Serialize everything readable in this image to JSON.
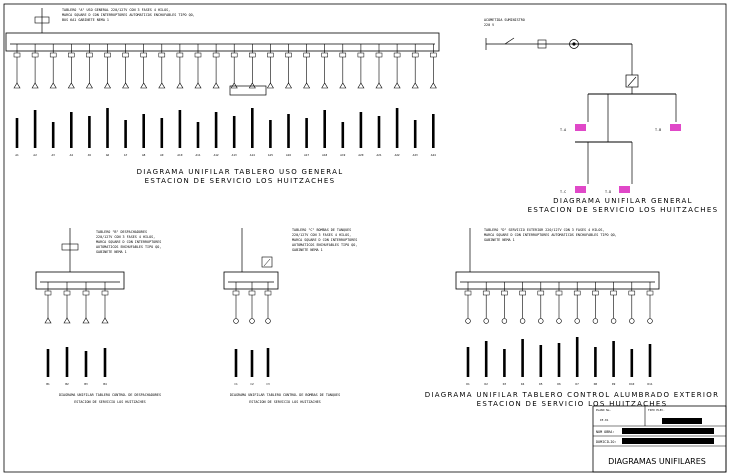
{
  "colors": {
    "ink": "#000000",
    "accent": "#e048c8",
    "paper": "#ffffff"
  },
  "tablero_general": {
    "title_line1": "DIAGRAMA UNIFILAR TABLERO USO GENERAL",
    "title_line2": "ESTACION DE SERVICIO LOS HUITZACHES",
    "note_lines": [
      "TABLERO \"A\" USO GENERAL 220/127V CON 3 FASES 4 HILOS,",
      "MARCA SQUARE D CON INTERRUPTORES AUTOMATICOS ENCHUFABLES TIPO QO,",
      "BUS 6A1 GABINETE NEMA 1"
    ],
    "circuit_labels": [
      "A1",
      "A2",
      "A3",
      "A4",
      "A5",
      "A6",
      "A7",
      "A8",
      "A9",
      "A10",
      "A11",
      "A12",
      "A13",
      "A14",
      "A15",
      "A16",
      "A17",
      "A18",
      "A19",
      "A20",
      "A21",
      "A22",
      "A23",
      "A24"
    ]
  },
  "unifilar_general": {
    "title_line1": "DIAGRAMA UNIFILAR GENERAL",
    "title_line2": "ESTACION DE SERVICIO LOS HUITZACHES",
    "supply_label": "ACOMETIDA SUMINISTRO",
    "supply_volts": "220 V",
    "tableros": [
      "T.A",
      "T.B",
      "T.C",
      "T.D"
    ]
  },
  "despachadores": {
    "title_line1": "DIAGRAMA UNIFILAR TABLERO CONTROL DE DESPACHADORES",
    "title_line2": "ESTACION DE SERVICIO LOS HUITZACHES",
    "note_lines": [
      "TABLERO \"B\" DESPACHADORES",
      "220/127V CON 3 FASES 4 HILOS,",
      "MARCA SQUARE D CON INTERRUPTORES",
      "AUTOMATICOS ENCHUFABLES TIPO QO,",
      "GABINETE NEMA 1"
    ],
    "circuit_labels": [
      "B1",
      "B2",
      "B3",
      "B4"
    ]
  },
  "bombas": {
    "title_line1": "DIAGRAMA UNIFILAR TABLERO CONTROL DE BOMBAS DE TANQUES",
    "title_line2": "ESTACION DE SERVICIO LOS HUITZACHES",
    "note_lines": [
      "TABLERO \"C\" BOMBAS DE TANQUES",
      "220/127V CON 3 FASES 4 HILOS,",
      "MARCA SQUARE D CON INTERRUPTORES",
      "AUTOMATICOS ENCHUFABLES TIPO QO,",
      "GABINETE NEMA 1"
    ],
    "circuit_labels": [
      "C1",
      "C2",
      "C3"
    ]
  },
  "alumbrado": {
    "title_line1": "DIAGRAMA UNIFILAR TABLERO CONTROL ALUMBRADO EXTERIOR",
    "title_line2": "ESTACION DE SERVICIO LOS HUITZACHES",
    "note_lines": [
      "TABLERO \"D\" SERVICIO EXTERIOR 220/127V CON 3 FASES 4 HILOS,",
      "MARCA SQUARE D CON INTERRUPTORES AUTOMATICOS ENCHUFABLES TIPO QO,",
      "GABINETE NEMA 1"
    ],
    "circuit_labels": [
      "D1",
      "D2",
      "D3",
      "D4",
      "D5",
      "D6",
      "D7",
      "D8",
      "D9",
      "D10",
      "D11"
    ]
  },
  "title_block": {
    "plano_label": "PLANO No.",
    "tipo_label": "TIPO ELEC.",
    "plano_value": "IE-01",
    "obra_label": "NOM OBRA:",
    "domicilio_label": "DOMICILIO:",
    "sheet_title": "DIAGRAMAS UNIFILARES"
  }
}
